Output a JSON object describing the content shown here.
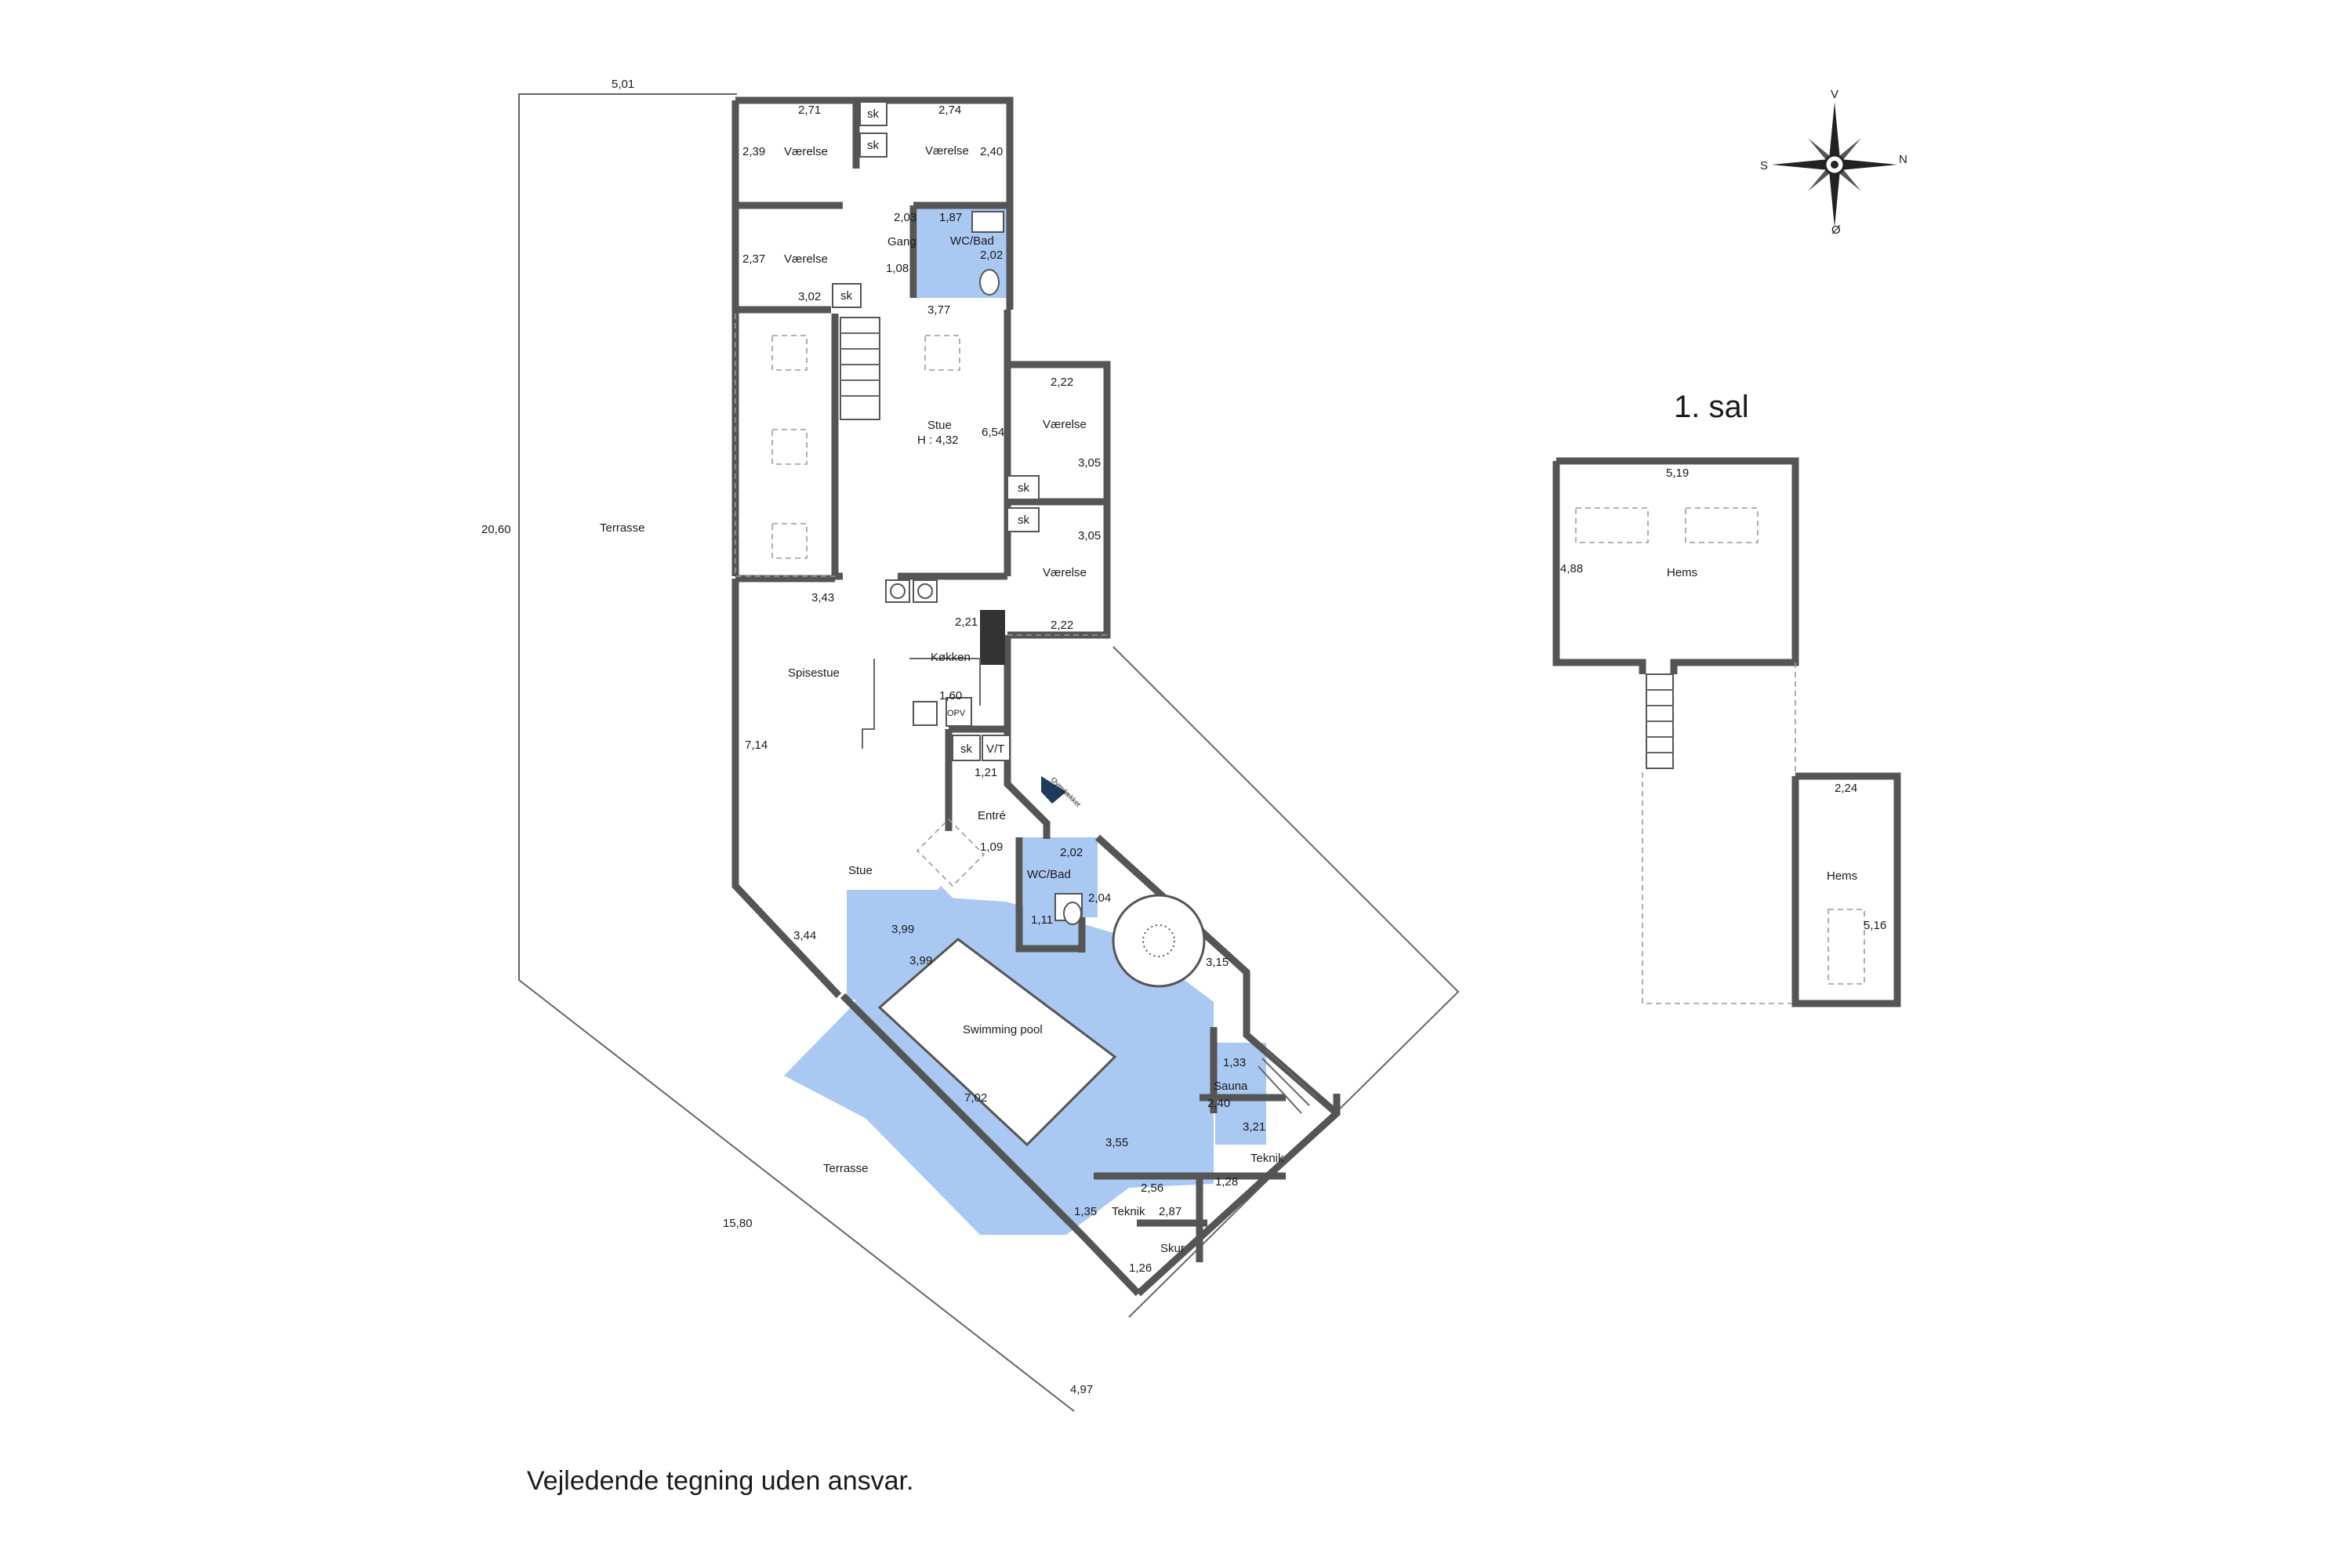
{
  "colors": {
    "wall": "#555555",
    "wet_room": "#a9c8f2",
    "text": "#1a1a1a",
    "background": "#ffffff"
  },
  "icons": [
    "compass-rose-icon",
    "front-door-icon",
    "stair-icon",
    "stove-icon",
    "sink-icon",
    "toilet-icon"
  ],
  "compass": {
    "top": "V",
    "left": "S",
    "right": "N",
    "bottom": "Ø"
  },
  "floors": {
    "upper_title": "1. sal"
  },
  "rooms": {
    "vaerelse_1": "Værelse",
    "vaerelse_2": "Værelse",
    "vaerelse_3": "Værelse",
    "vaerelse_4": "Værelse",
    "vaerelse_5": "Værelse",
    "gang": "Gang",
    "wc_bad_1": "WC/Bad",
    "wc_bad_2": "WC/Bad",
    "stue_main": "Stue",
    "stue_height": "H : 4,32",
    "spisestue": "Spisestue",
    "koekken": "Køkken",
    "entre": "Entré",
    "stue_lower": "Stue",
    "pool": "Swimming pool",
    "sauna": "Sauna",
    "teknik_1": "Teknik",
    "teknik_2": "Teknik",
    "skur": "Skur",
    "terrasse_1": "Terrasse",
    "terrasse_2": "Terrasse",
    "hems_1": "Hems",
    "hems_2": "Hems",
    "sk_1": "sk",
    "sk_2": "sk",
    "sk_3": "sk",
    "sk_4": "sk",
    "sk_5": "sk",
    "sk_6": "sk",
    "vt": "V/T",
    "opv": "OPV",
    "entrance_mark": "Overdækket"
  },
  "dimensions": {
    "d_501": "5,01",
    "d_271": "2,71",
    "d_274": "2,74",
    "d_239": "2,39",
    "d_240": "2,40",
    "d_203": "2,03",
    "d_187": "1,87",
    "d_202a": "2,02",
    "d_237": "2,37",
    "d_108": "1,08",
    "d_302": "3,02",
    "d_377": "3,77",
    "d_222a": "2,22",
    "d_654": "6,54",
    "d_305a": "3,05",
    "d_305b": "3,05",
    "d_222b": "2,22",
    "d_2060": "20,60",
    "d_343": "3,43",
    "d_221": "2,21",
    "d_160": "1,60",
    "d_714": "7,14",
    "d_121": "1,21",
    "d_109": "1,09",
    "d_202b": "2,02",
    "d_204": "2,04",
    "d_111": "1,11",
    "d_399a": "3,99",
    "d_399b": "3,99",
    "d_344": "3,44",
    "d_315": "3,15",
    "d_133": "1,33",
    "d_240b": "2,40",
    "d_702": "7,02",
    "d_355": "3,55",
    "d_321": "3,21",
    "d_128": "1,28",
    "d_256": "2,56",
    "d_287": "2,87",
    "d_135": "1,35",
    "d_126": "1,26",
    "d_1580": "15,80",
    "d_497": "4,97",
    "d_519": "5,19",
    "d_488": "4,88",
    "d_224": "2,24",
    "d_516": "5,16"
  },
  "footer_note": "Vejledende tegning uden ansvar."
}
